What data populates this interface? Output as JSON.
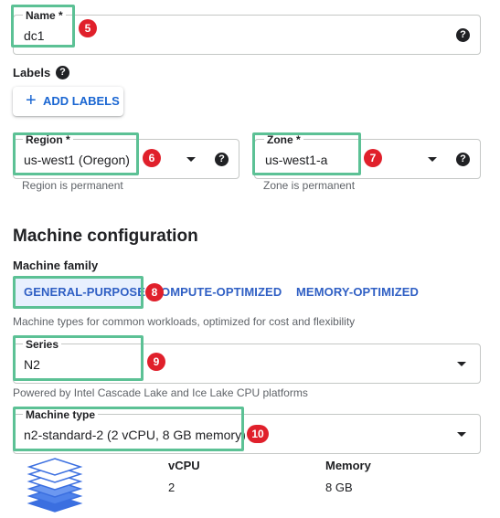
{
  "name_field": {
    "label": "Name *",
    "value": "dc1",
    "help": "?"
  },
  "labels_section": {
    "title": "Labels",
    "help": "?",
    "add_button": "ADD LABELS",
    "add_icon": "+"
  },
  "region_field": {
    "label": "Region *",
    "value": "us-west1 (Oregon)",
    "helper": "Region is permanent",
    "help": "?"
  },
  "zone_field": {
    "label": "Zone *",
    "value": "us-west1-a",
    "helper": "Zone is permanent",
    "help": "?"
  },
  "machine_config": {
    "title": "Machine configuration",
    "family_label": "Machine family",
    "tabs": [
      {
        "label": "GENERAL-PURPOSE",
        "selected": true
      },
      {
        "label": "OMPUTE-OPTIMIZED",
        "selected": false
      },
      {
        "label": "MEMORY-OPTIMIZED",
        "selected": false
      }
    ],
    "family_description": "Machine types for common workloads, optimized for cost and flexibility"
  },
  "series_field": {
    "label": "Series",
    "value": "N2",
    "helper": "Powered by Intel Cascade Lake and Ice Lake CPU platforms"
  },
  "machine_type_field": {
    "label": "Machine type",
    "value": "n2-standard-2 (2 vCPU, 8 GB memory)"
  },
  "specs": {
    "vcpu_label": "vCPU",
    "vcpu_value": "2",
    "memory_label": "Memory",
    "memory_value": "8 GB"
  },
  "badges": [
    "5",
    "6",
    "7",
    "8",
    "9",
    "10"
  ],
  "icons": {
    "help": "help-circle-icon",
    "dropdown": "arrow-drop-down-icon",
    "add": "plus-icon",
    "machine": "layers-stack-icon"
  },
  "colors": {
    "highlight": "#5cc195",
    "badge": "#e0202b",
    "link": "#1a66d2",
    "tab_selected_bg": "#e8f0fe"
  }
}
